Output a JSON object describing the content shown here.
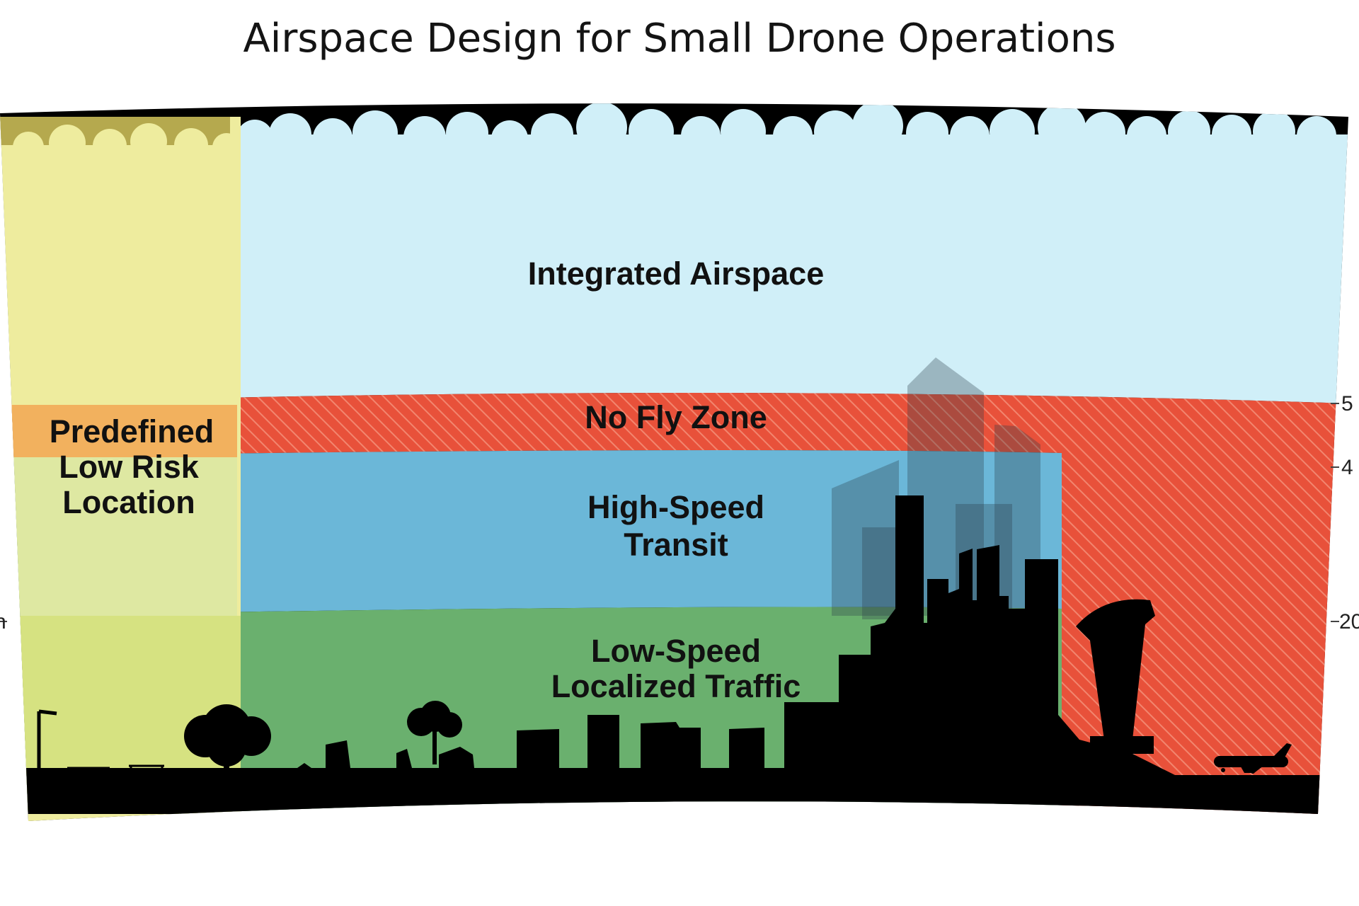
{
  "title": "Airspace Design for Small Drone Operations",
  "zones": {
    "integrated": {
      "label": "Integrated Airspace",
      "color": "#d0eff8"
    },
    "no_fly": {
      "label": "No Fly Zone",
      "color": "#e8513a"
    },
    "high_speed": {
      "lines": [
        "High-Speed",
        "Transit"
      ],
      "color": "#6bb7d8"
    },
    "low_speed": {
      "lines": [
        "Low-Speed",
        "Localized Traffic"
      ],
      "color": "#6ab06e"
    },
    "low_risk": {
      "lines": [
        "Predefined",
        "Low Risk",
        "Location"
      ],
      "color": "#eeec9e"
    }
  },
  "axis_ticks": {
    "right": [
      "5",
      "4",
      "20"
    ],
    "left": [
      "n"
    ]
  },
  "icons": [
    "cloud-top-icon",
    "city-skyline-icon",
    "tree-icon",
    "control-tower-icon",
    "airplane-icon",
    "lamp-post-icon"
  ]
}
